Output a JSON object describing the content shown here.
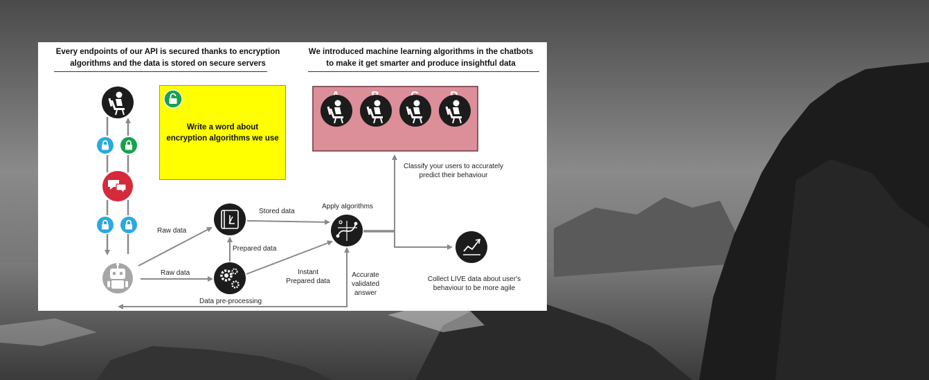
{
  "headings": {
    "left_line1": "Every endpoints of our API is secured thanks to encryption",
    "left_line2": "algorithms and the data is stored on secure servers",
    "right_line1": "We introduced machine learning algorithms in the chatbots",
    "right_line2": "to make it get smarter and produce insightful data"
  },
  "note": {
    "line1": "Write a word about",
    "line2": "encryption algorithms we use"
  },
  "user_groups": [
    "A",
    "B",
    "C",
    "D"
  ],
  "labels": {
    "raw_data_top": "Raw data",
    "raw_data_bottom": "Raw data",
    "stored_data": "Stored data",
    "prepared_data": "Prepared data",
    "apply_algorithms": "Apply algorithms",
    "instant": "Instant",
    "instant_prepared": "Prepared data",
    "accurate": "Accurate",
    "validated": "validated",
    "answer": "answer",
    "data_preprocessing": "Data pre-processing",
    "classify_line1": "Classify your users  to accurately",
    "classify_line2": "predict their behaviour",
    "collect_line1": "Collect LIVE data about user's",
    "collect_line2": "behaviour to be more agile"
  },
  "icons": {
    "user": "user-at-laptop-icon",
    "lock_blue": "lock-icon",
    "lock_green": "unlock-icon",
    "chat": "chat-bubbles-icon",
    "robot": "robot-icon",
    "storage": "document-storage-icon",
    "gears": "gears-icon",
    "algorithm": "algorithm-icon",
    "analytics": "chart-trend-icon"
  },
  "colors": {
    "lock_blue": "#29a9e0",
    "lock_green": "#16a34a",
    "chat_red": "#d42a3c",
    "note_yellow": "#ffff00",
    "user_box": "#dc8e99",
    "arrow": "#8a8a8a",
    "icon_dark": "#1c1c1c"
  }
}
